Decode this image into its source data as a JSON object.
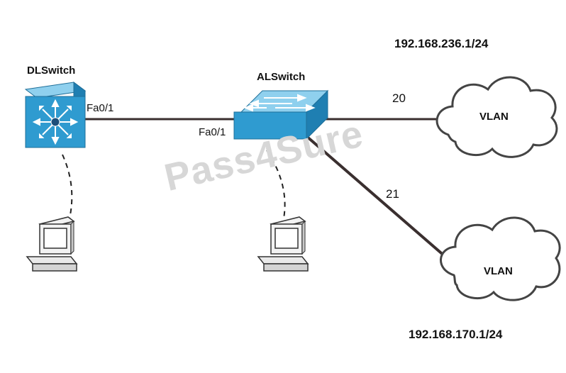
{
  "devices": {
    "distribution_switch": {
      "name": "DLSwitch",
      "port": "Fa0/1",
      "icon": "multilayer-switch-icon"
    },
    "access_switch": {
      "name": "ALSwitch",
      "port": "Fa0/1",
      "icon": "workgroup-switch-icon"
    },
    "pc_left": {
      "icon": "workstation-icon"
    },
    "pc_center": {
      "icon": "workstation-icon"
    }
  },
  "links": {
    "vlan_20": {
      "label": "20"
    },
    "vlan_21": {
      "label": "21"
    }
  },
  "clouds": {
    "vlan_top": {
      "label": "VLAN",
      "subnet": "192.168.236.1/24"
    },
    "vlan_bottom": {
      "label": "VLAN",
      "subnet": "192.168.170.1/24"
    }
  },
  "watermark": "Pass4Sure",
  "colors": {
    "switch_blue": "#2f9bd0",
    "link": "#3a2f2f",
    "cloud_stroke": "#444444"
  }
}
